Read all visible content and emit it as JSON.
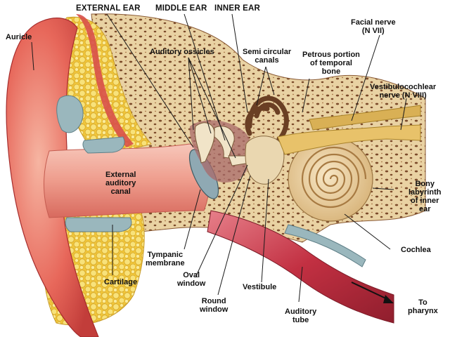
{
  "sections": {
    "external_ear": "EXTERNAL EAR",
    "middle_ear": "MIDDLE EAR",
    "inner_ear": "INNER EAR"
  },
  "labels": {
    "auricle": "Auricle",
    "auditory_ossicles": "Auditory ossicles",
    "semi_circular_canals": "Semi circular\ncanals",
    "petrous_portion": "Petrous portion\nof temporal\nbone",
    "facial_nerve": "Facial nerve\n(N VII)",
    "vestibulocochlear_nerve": "Vestibulocochlear\nnerve (N VIII)",
    "external_auditory_canal": "External\nauditory\ncanal",
    "bony_labyrinth": "Bony\nlabyrinth\nof inner\near",
    "tympanic_membrane": "Tympanic\nmembrane",
    "cochlea": "Cochlea",
    "cartilage": "Cartilage",
    "oval_window": "Oval\nwindow",
    "vestibule": "Vestibule",
    "round_window": "Round\nwindow",
    "auditory_tube": "Auditory\ntube",
    "to_pharynx": "To\npharynx"
  },
  "colors": {
    "skin": "#e25b50",
    "skin_light": "#f4a08c",
    "canal": "#f0b3a6",
    "cartilage_fat": "#f3d64a",
    "bone": "#e8cf9e",
    "bone_dark": "#6a3f24",
    "membrane": "#8fa9b3",
    "nerve": "#e8c26a",
    "tube": "#c8394a",
    "leader": "#1a1a1a"
  }
}
